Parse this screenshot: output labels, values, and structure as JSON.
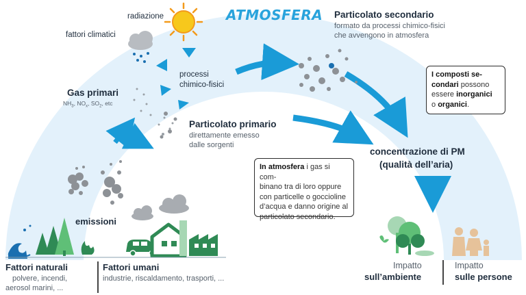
{
  "title": "ATMOSFERA",
  "radiazione": "radiazione",
  "fattori_climatici": "fattori climatici",
  "processi": [
    "processi",
    "chimico-fisici"
  ],
  "gas_primari": {
    "title": "Gas primari",
    "formula": {
      "nh": "NH",
      "nh_sub": "3",
      "no": "NO",
      "no_sub": "x",
      "so": "SO",
      "so_sub": "2",
      "etc": "etc"
    }
  },
  "particolato_primario": {
    "title": "Particolato primario",
    "desc": [
      "direttamente emesso",
      "dalle sorgenti"
    ]
  },
  "particolato_secondario": {
    "title": "Particolato secondario",
    "desc": [
      "formato da processi chimico-fisici",
      "che avvengono in atmosfera"
    ]
  },
  "composti_box": {
    "l1": "I composti se-",
    "l2a": "condari",
    "l2b": " possono",
    "l3a": "essere ",
    "l3b": "inorganici",
    "l4a": "o ",
    "l4b": "organici",
    "l4c": "."
  },
  "concentrazione": [
    "concentrazione di PM",
    "(qualità dell’aria)"
  ],
  "atmosfera_box": {
    "bold": "In atmosfera",
    "l1": " i gas si com-",
    "l2": "binano tra di loro oppure",
    "l3": "con particelle o goccioline",
    "l4": "d’acqua e danno origine al",
    "l5": "particolato secondario."
  },
  "emissioni": "emissioni",
  "fattori_naturali": {
    "title": "Fattori naturali",
    "desc": [
      "polvere, incendi,",
      "aerosol marini, ..."
    ]
  },
  "fattori_umani": {
    "title": "Fattori umani",
    "desc": "industrie, riscaldamento, trasporti, ..."
  },
  "impatto_ambiente": [
    "Impatto",
    "sull’ambiente"
  ],
  "impatto_persone": [
    "Impatto",
    "sulle persone"
  ],
  "colors": {
    "arc": "#e3f1fb",
    "arrow": "#1a9bd7",
    "title": "#29a3dc",
    "sun": "#f7c81c",
    "sun_ray": "#f39a1b",
    "cloud": "#b8bcc1",
    "smoke": "#8d9196",
    "tree_dark": "#2f8a55",
    "tree_light": "#5fbf77",
    "building": "#2f8a55",
    "person": "#e6c29a"
  }
}
